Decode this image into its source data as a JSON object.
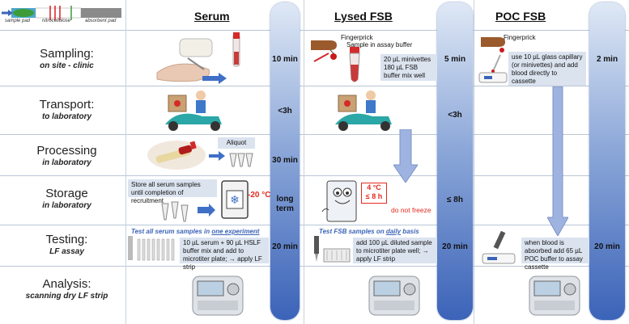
{
  "header": {
    "strip_labels": [
      "sample pad",
      "nitrocellulose",
      "absorbent pad"
    ],
    "columns": [
      "Serum",
      "Lysed FSB",
      "POC FSB"
    ]
  },
  "rows": [
    {
      "title": "Sampling:",
      "subtitle": "on site - clinic",
      "times": [
        "10 min",
        "5 min",
        "2 min"
      ]
    },
    {
      "title": "Transport:",
      "subtitle": "to laboratory",
      "times": [
        "<3h",
        "<3h",
        ""
      ]
    },
    {
      "title": "Processing",
      "subtitle": "in laboratory",
      "times": [
        "30 min",
        "",
        ""
      ]
    },
    {
      "title": "Storage",
      "subtitle": "in laboratory",
      "times": [
        "long term",
        "≤ 8h",
        ""
      ]
    },
    {
      "title": "Testing:",
      "subtitle": "LF assay",
      "times": [
        "20 min",
        "20 min",
        "20 min"
      ]
    },
    {
      "title": "Analysis:",
      "subtitle": "scanning dry LF strip",
      "times": [
        "",
        "",
        ""
      ]
    }
  ],
  "labels": {
    "fingerprick": "Fingerprick",
    "fingerprick2": "Fingerprick",
    "sample_buffer": "Sample in assay buffer",
    "aliquot": "Aliquot",
    "temp_serum": "-20 °C",
    "temp_fsb_1": "4 °C",
    "temp_fsb_2": "≤ 8 h",
    "do_not_freeze": "do not freeze",
    "long": "long",
    "term": "term"
  },
  "notes": {
    "lysed_sampling": "20 µL minivettes 180 µL FSB buffer mix well",
    "poc_sampling": "use 10 µL glass capillary (or minivettes) and add blood directly to cassette",
    "serum_storage": "Store all serum samples until completion of recruitment",
    "serum_test_head_a": "Test all serum samples in ",
    "serum_test_head_b": "one experiment",
    "serum_test": "10 µL serum + 90 µL HSLF buffer mix and add to microtiter plate; → apply LF strip",
    "fsb_test_head_a": "Test FSB samples on ",
    "fsb_test_head_b": "daily",
    "fsb_test_head_c": " basis",
    "fsb_test": "add 100 µL diluted sample to microtiter plate well; → apply LF strip",
    "poc_test": "when blood is absorbed add 65 µL POC buffer to assay cassette"
  },
  "colors": {
    "pill_top": "#dfe8f5",
    "pill_bottom": "#3b63b8",
    "note_bg": "#dbe3ef",
    "red": "#e32a1f",
    "arrow": "#9fb3e0"
  }
}
